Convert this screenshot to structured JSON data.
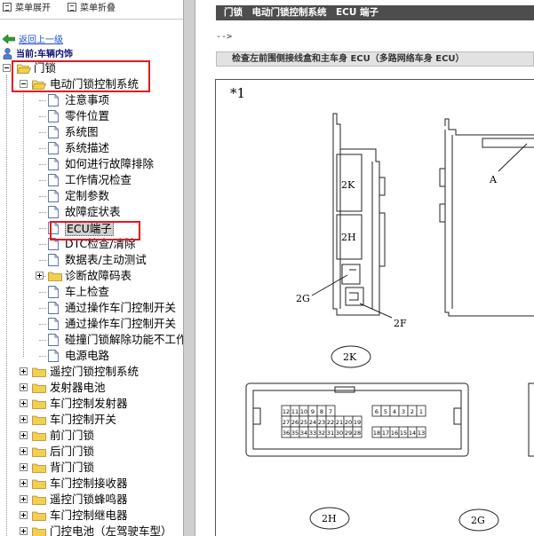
{
  "topbar": {
    "expand_label": "菜单展开",
    "collapse_label": "菜单折叠"
  },
  "nav": {
    "back_label": "返回上一级",
    "current_label": "当前:车辆内饰"
  },
  "tree": {
    "root": "门锁",
    "group": "电动门锁控制系统",
    "group_items": [
      "注意事项",
      "零件位置",
      "系统图",
      "系统描述",
      "如何进行故障排除",
      "工作情况检查",
      "定制参数",
      "故障症状表",
      "ECU端子",
      "DTC检查/清除",
      "数据表/主动测试",
      "诊断故障码表",
      "车上检查",
      "通过操作车门控制开关",
      "通过操作车门控制开关",
      "碰撞门锁解除功能不工作",
      "电源电路"
    ],
    "siblings": [
      "遥控门锁控制系统",
      "发射器电池",
      "车门控制发射器",
      "车门控制开关",
      "前门门锁",
      "后门门锁",
      "背门门锁",
      "车门控制接收器",
      "遥控门锁蜂鸣器",
      "车门控制继电器",
      "门控电池（左驾驶车型）"
    ]
  },
  "content": {
    "header": "门锁　电动门锁控制系统　ECU 端子",
    "arrow": "-->",
    "subheader": "检查左前围侧接线盒和主车身 ECU（多路网络车身 ECU）"
  },
  "figure": {
    "star_label": "*1",
    "label_2K_block": "2K",
    "label_2H_block": "2H",
    "label_2G": "2G",
    "label_2F": "2F",
    "label_A": "A",
    "oval_2K": "2K",
    "oval_2H": "2H",
    "oval_2G": "2G",
    "pins_row1_left": [
      "12",
      "11",
      "10",
      "9",
      "8",
      "7"
    ],
    "pins_row2_left": [
      "27",
      "26",
      "25",
      "24",
      "23",
      "22",
      "21",
      "20",
      "19"
    ],
    "pins_row3_left": [
      "36",
      "35",
      "34",
      "33",
      "32",
      "31",
      "30",
      "29",
      "28"
    ],
    "pins_row1_right": [
      "6",
      "5",
      "4",
      "3",
      "2",
      "1"
    ],
    "pins_row3_right": [
      "18",
      "17",
      "16",
      "15",
      "14",
      "13"
    ]
  },
  "colors": {
    "highlight_box": "#e3191f",
    "header_bar": "#4d4d4d",
    "link": "#1a4fd6",
    "folder": "#f2cf52"
  }
}
